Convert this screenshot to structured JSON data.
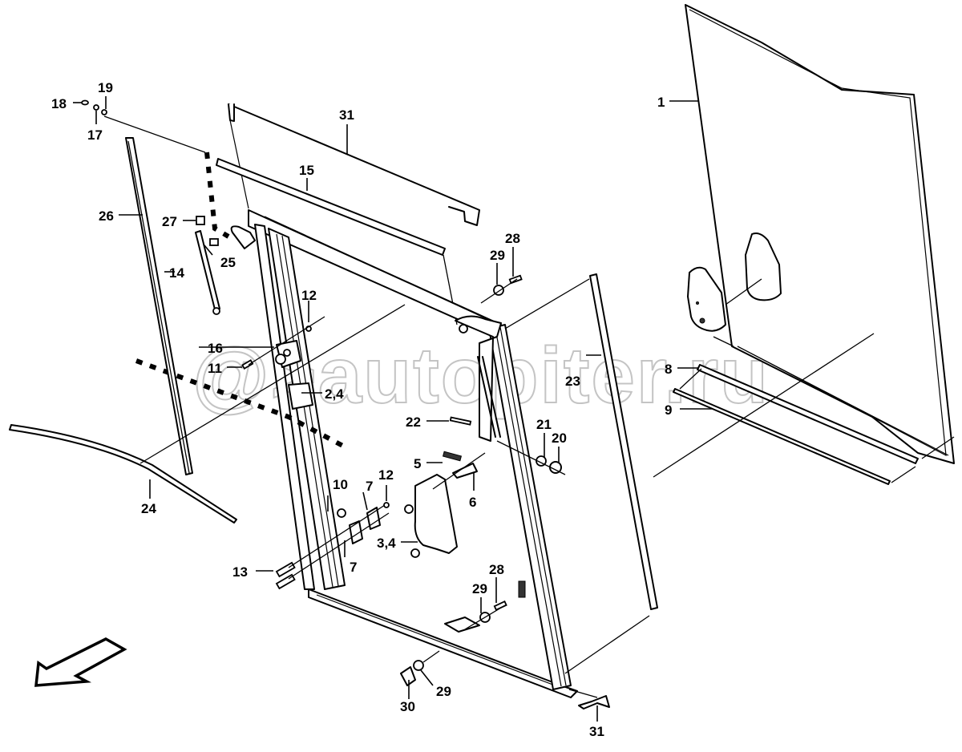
{
  "title": "Cab door exploded parts diagram",
  "watermark": "@>autopiter.ru",
  "direction_indicator": "front-direction-arrow",
  "callouts": [
    {
      "id": "c1",
      "label": "1",
      "part": "door-glass-panel"
    },
    {
      "id": "c2_4",
      "label": "2,4",
      "part": "upper-hinge"
    },
    {
      "id": "c3_4",
      "label": "3,4",
      "part": "door-handle"
    },
    {
      "id": "c5",
      "label": "5",
      "part": "spring"
    },
    {
      "id": "c6",
      "label": "6",
      "part": "latch-pin"
    },
    {
      "id": "c7a",
      "label": "7",
      "part": "hinge-bracket-upper"
    },
    {
      "id": "c7b",
      "label": "7",
      "part": "hinge-bracket-lower"
    },
    {
      "id": "c8",
      "label": "8",
      "part": "seal-strip-upper"
    },
    {
      "id": "c9",
      "label": "9",
      "part": "seal-strip-lower"
    },
    {
      "id": "c10",
      "label": "10",
      "part": "bushing"
    },
    {
      "id": "c11",
      "label": "11",
      "part": "screw"
    },
    {
      "id": "c12a",
      "label": "12",
      "part": "nut-upper"
    },
    {
      "id": "c12b",
      "label": "12",
      "part": "nut-lower"
    },
    {
      "id": "c13",
      "label": "13",
      "part": "bolts"
    },
    {
      "id": "c14",
      "label": "14",
      "part": "gas-strut"
    },
    {
      "id": "c15",
      "label": "15",
      "part": "top-rod"
    },
    {
      "id": "c16",
      "label": "16",
      "part": "hinge-pin"
    },
    {
      "id": "c17",
      "label": "17",
      "part": "washer"
    },
    {
      "id": "c18",
      "label": "18",
      "part": "screw-small"
    },
    {
      "id": "c19",
      "label": "19",
      "part": "nut-small"
    },
    {
      "id": "c20",
      "label": "20",
      "part": "circlip"
    },
    {
      "id": "c21",
      "label": "21",
      "part": "washer-large"
    },
    {
      "id": "c22",
      "label": "22",
      "part": "pin"
    },
    {
      "id": "c23",
      "label": "23",
      "part": "side-seal"
    },
    {
      "id": "c24",
      "label": "24",
      "part": "curved-seal"
    },
    {
      "id": "c25",
      "label": "25",
      "part": "ball-stud"
    },
    {
      "id": "c26",
      "label": "26",
      "part": "left-seal"
    },
    {
      "id": "c27",
      "label": "27",
      "part": "clip"
    },
    {
      "id": "c28a",
      "label": "28",
      "part": "bolt-upper"
    },
    {
      "id": "c29a",
      "label": "29",
      "part": "washer-upper"
    },
    {
      "id": "c28b",
      "label": "28",
      "part": "bolt-lower"
    },
    {
      "id": "c29b",
      "label": "29",
      "part": "washer-lower"
    },
    {
      "id": "c29c",
      "label": "29",
      "part": "washer-bottom"
    },
    {
      "id": "c30",
      "label": "30",
      "part": "cap-nut"
    },
    {
      "id": "c31a",
      "label": "31",
      "part": "upper-panel"
    },
    {
      "id": "c31b",
      "label": "31",
      "part": "bottom-bracket"
    }
  ]
}
